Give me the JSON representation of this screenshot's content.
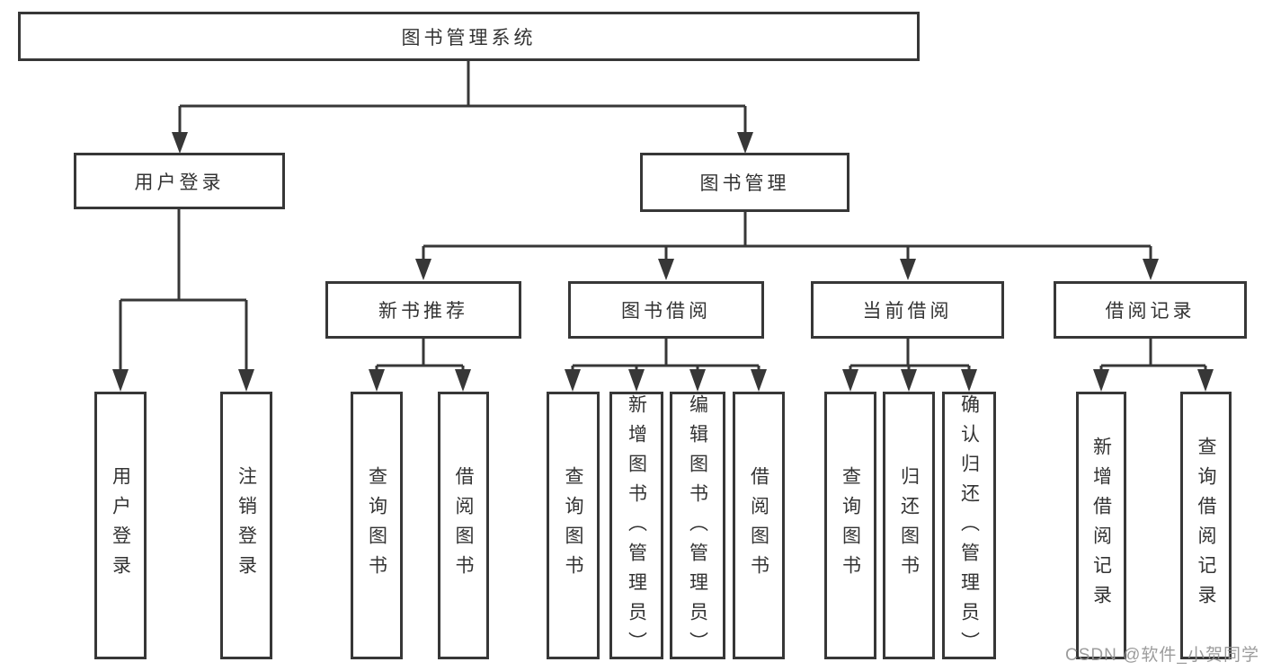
{
  "diagram": {
    "root": "图书管理系统",
    "level2": {
      "user_login": "用户登录",
      "book_management": "图书管理"
    },
    "modules": [
      "新书推荐",
      "图书借阅",
      "当前借阅",
      "借阅记录"
    ],
    "user_login_leaves": [
      "用户登录",
      "注销登录"
    ],
    "recommend_leaves": [
      "查询图书",
      "借阅图书"
    ],
    "borrow_leaves": [
      "查询图书",
      "新增图书（管理员）",
      "编辑图书（管理员）",
      "借阅图书"
    ],
    "current_leaves": [
      "查询图书",
      "归还图书",
      "确认归还（管理员）"
    ],
    "record_leaves": [
      "新增借阅记录",
      "查询借阅记录"
    ]
  },
  "watermark": "CSDN @软件_小贺同学",
  "colors": {
    "line": "#373737",
    "text": "#333333",
    "background": "#ffffff",
    "watermark": "#949494"
  }
}
